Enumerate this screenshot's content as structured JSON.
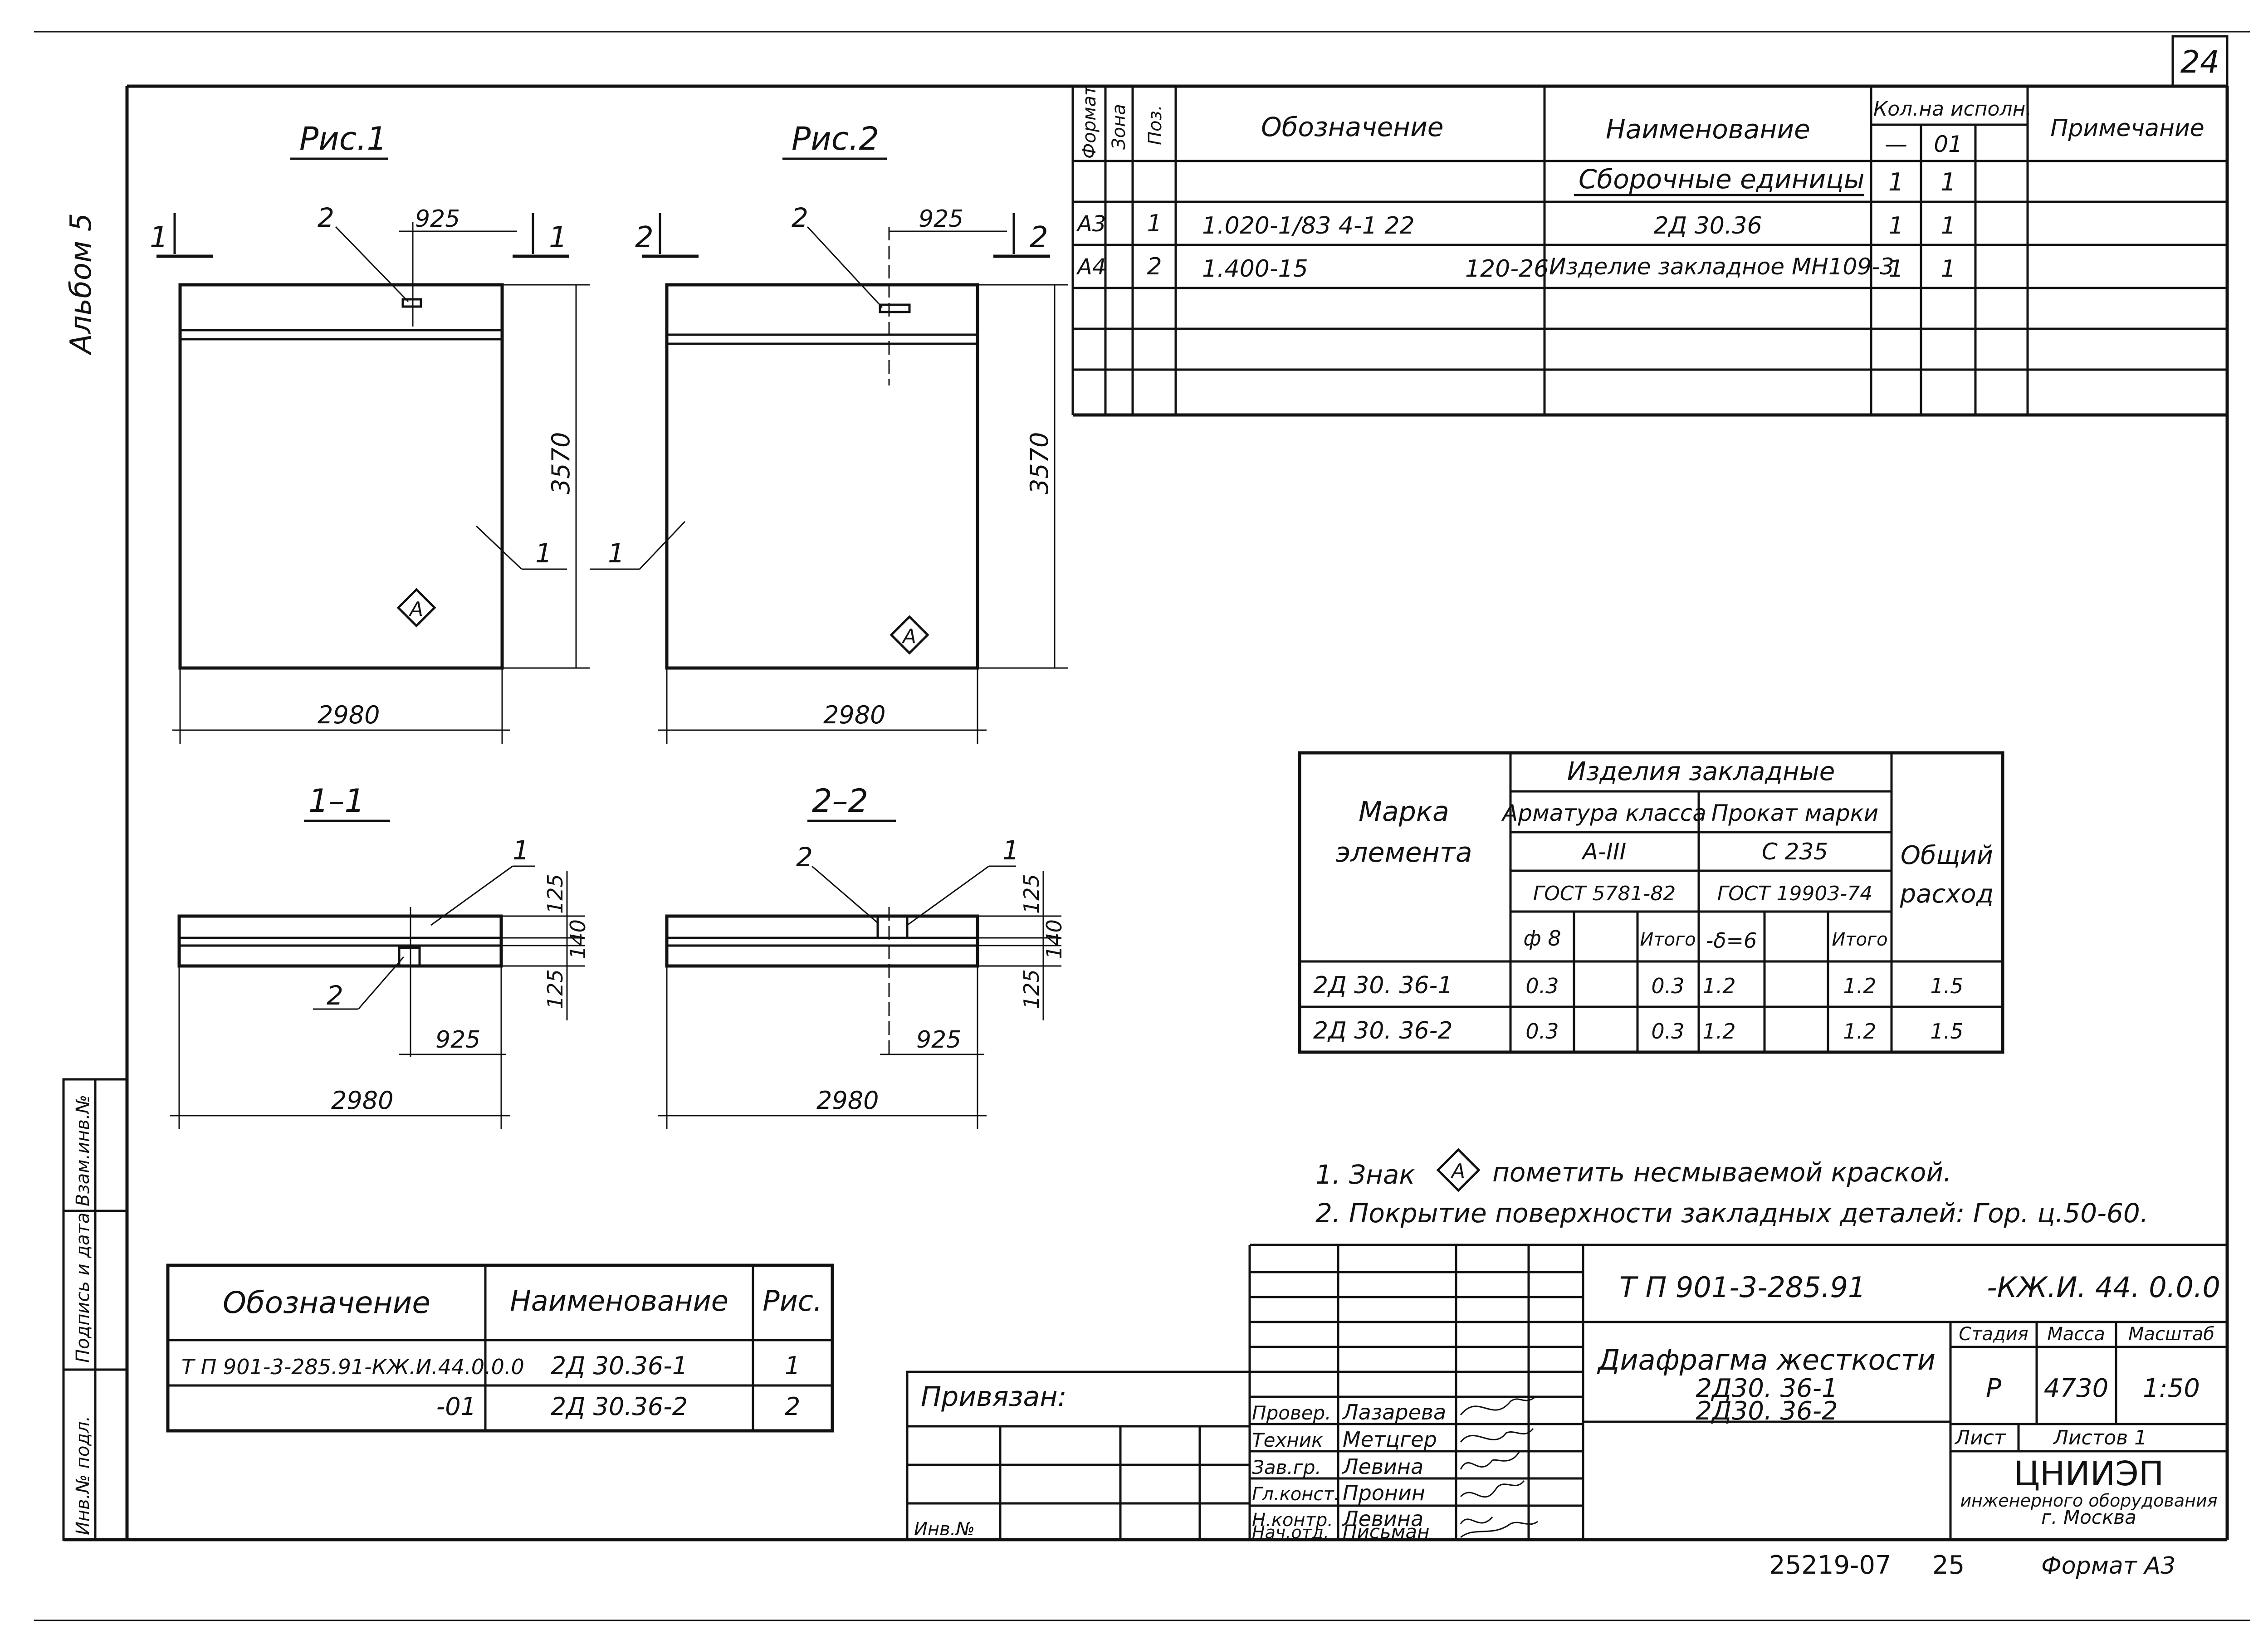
{
  "sheet": {
    "page_number": "24",
    "album": "Альбом 5",
    "left_stamps": [
      "Взам.инв.№",
      "Подпись и дата",
      "Инв.№ подл."
    ]
  },
  "figures": {
    "fig1_title": "Рис.1",
    "fig2_title": "Рис.2",
    "sec11_title": "1–1",
    "sec22_title": "2–2",
    "cut1_label": "1",
    "cut2_label": "2",
    "dims": {
      "offset": "925",
      "width": "2980",
      "height": "3570",
      "t1": "125",
      "t2": "140"
    },
    "pos1": "1",
    "pos2": "2",
    "sign": "А"
  },
  "spec_table": {
    "headers": {
      "format": "Формат",
      "zone": "Зона",
      "pos": "Поз.",
      "designation": "Обозначение",
      "name": "Наименование",
      "qty": "Кол.на исполн.",
      "qty_a": "—",
      "qty_b": "01",
      "note": "Примечание"
    },
    "section": "Сборочные единицы",
    "section_qty": [
      "1",
      "1"
    ],
    "rows": [
      {
        "format": "А3",
        "pos": "1",
        "designation": "1.020-1/83  4-1  22",
        "name": "2Д 30.36",
        "q1": "1",
        "q2": "1"
      },
      {
        "format": "А4",
        "pos": "2",
        "designation": "1.400-15",
        "designation2": "120-26",
        "name": "Изделие закладное МН109-3",
        "q1": "1",
        "q2": "1"
      }
    ]
  },
  "embed_table": {
    "title": "Изделия закладные",
    "mark_header": [
      "Марка",
      "элемента"
    ],
    "rebar": "Арматура класса",
    "rebar_class": "А-III",
    "rebar_gost": "ГОСТ 5781-82",
    "steel": "Прокат марки",
    "steel_grade": "С 235",
    "steel_gost": "ГОСТ 19903-74",
    "total_header": [
      "Общий",
      "расход"
    ],
    "sub": [
      "ф 8",
      "",
      "Итого",
      "-δ=6",
      "",
      "Итого"
    ],
    "rows": [
      {
        "mark": "2Д 30. 36-1",
        "v": [
          "0.3",
          "",
          "0.3",
          "1.2",
          "",
          "1.2"
        ],
        "total": "1.5"
      },
      {
        "mark": "2Д 30. 36-2",
        "v": [
          "0.3",
          "",
          "0.3",
          "1.2",
          "",
          "1.2"
        ],
        "total": "1.5"
      }
    ]
  },
  "notes": {
    "n1_pre": "1. Знак",
    "n1_post": "пометить несмываемой краской.",
    "n2": "2. Покрытие поверхности закладных деталей: Гор. ц.50-60."
  },
  "var_table": {
    "headers": [
      "Обозначение",
      "Наименование",
      "Рис."
    ],
    "rows": [
      [
        "Т П 901-3-285.91-КЖ.И.44.0.0.0",
        "2Д 30.36-1",
        "1"
      ],
      [
        "-01",
        "2Д 30.36-2",
        "2"
      ]
    ]
  },
  "title_block": {
    "privyazan": "Привязан:",
    "inv": "Инв.№",
    "roles": [
      {
        "role": "Провер.",
        "name": "Лазарева"
      },
      {
        "role": "Техник",
        "name": "Метцгер"
      },
      {
        "role": "Зав.гр.",
        "name": "Левина"
      },
      {
        "role": "Гл.конст.",
        "name": "Пронин"
      },
      {
        "role": "Н.контр.",
        "name": "Левина"
      },
      {
        "role": "Нач.отд.",
        "name": "Письман"
      }
    ],
    "code_left": "Т П  901-3-285.91",
    "code_right": "-КЖ.И. 44. 0.0.0",
    "title": "Диафрагма жесткости",
    "title_l2": "2Д30. 36-1",
    "title_l3": "2Д30. 36-2",
    "stage_h": "Стадия",
    "mass_h": "Масса",
    "scale_h": "Масштаб",
    "stage": "Р",
    "mass": "4730",
    "scale": "1:50",
    "sheet_h": "Лист",
    "sheets_h": "Листов 1",
    "org": "ЦНИИЭП",
    "org_l2": "инженерного оборудования",
    "org_l3": "г. Москва"
  },
  "footer": {
    "number": "25219-07",
    "num2": "25",
    "format": "Формат А3"
  }
}
